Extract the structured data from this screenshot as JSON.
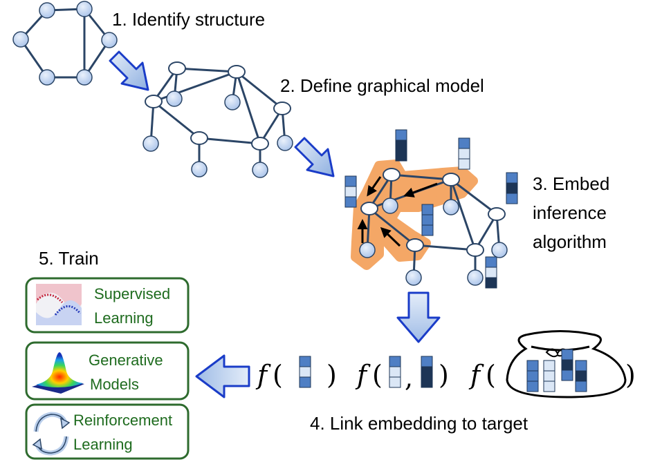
{
  "steps": {
    "step1": "1. Identify structure",
    "step2": "2. Define graphical model",
    "step3_line1": "3. Embed",
    "step3_line2": "inference",
    "step3_line3": "algorithm",
    "step4": "4. Link embedding to target",
    "step5": "5. Train"
  },
  "train_options": [
    {
      "line1": "Supervised",
      "line2": "Learning",
      "icon": "classification-icon"
    },
    {
      "line1": "Generative",
      "line2": "Models",
      "icon": "gaussian-surface-icon"
    },
    {
      "line1": "Reinforcement",
      "line2": "Learning",
      "icon": "cycle-arrows-icon"
    }
  ],
  "formula": {
    "f": "f",
    "open": "(",
    "close": ")",
    "comma": ","
  },
  "colors": {
    "node_fill": "#c5d7f2",
    "edge": "#2b4566",
    "arrow_fill": "#a9c4ea",
    "arrow_stroke": "#1a3cc8",
    "highlight": "#f0a15c",
    "box_border": "#2e6b2e",
    "embed_dark": "#1d3556",
    "embed_mid": "#4f7fc4",
    "embed_light": "#dbe7f6"
  }
}
